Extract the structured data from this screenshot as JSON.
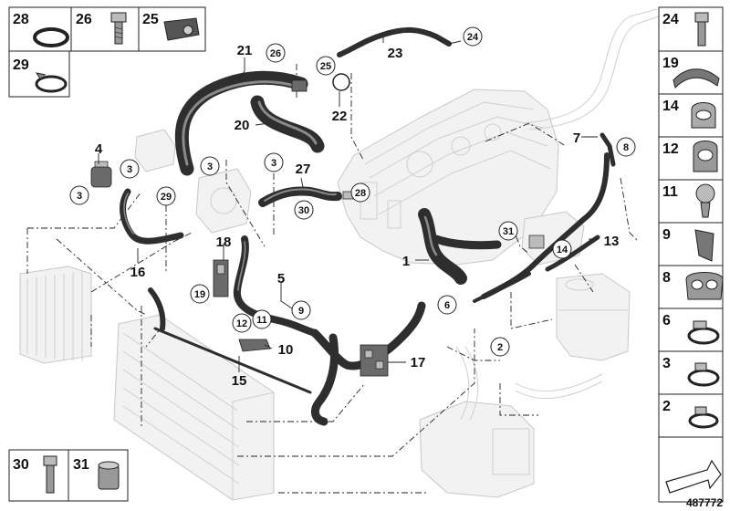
{
  "diagram": {
    "ref_number": "487772",
    "callouts": {
      "n1": "1",
      "n2": "2",
      "n3": "3",
      "n4": "4",
      "n5": "5",
      "n6": "6",
      "n7": "7",
      "n8": "8",
      "n9": "9",
      "n10": "10",
      "n11": "11",
      "n12": "12",
      "n13": "13",
      "n14": "14",
      "n15": "15",
      "n16": "16",
      "n17": "17",
      "n18": "18",
      "n19": "19",
      "n20": "20",
      "n21": "21",
      "n22": "22",
      "n23": "23",
      "n24": "24",
      "n25": "25",
      "n26": "26",
      "n27": "27",
      "n28": "28",
      "n29": "29",
      "n30": "30",
      "n31": "31"
    },
    "legend_top_left": [
      "28",
      "26",
      "25",
      "29"
    ],
    "legend_right": [
      "24",
      "19",
      "14",
      "12",
      "11",
      "9",
      "8",
      "6",
      "3",
      "2"
    ],
    "legend_bottom_left": [
      "30",
      "31"
    ]
  }
}
